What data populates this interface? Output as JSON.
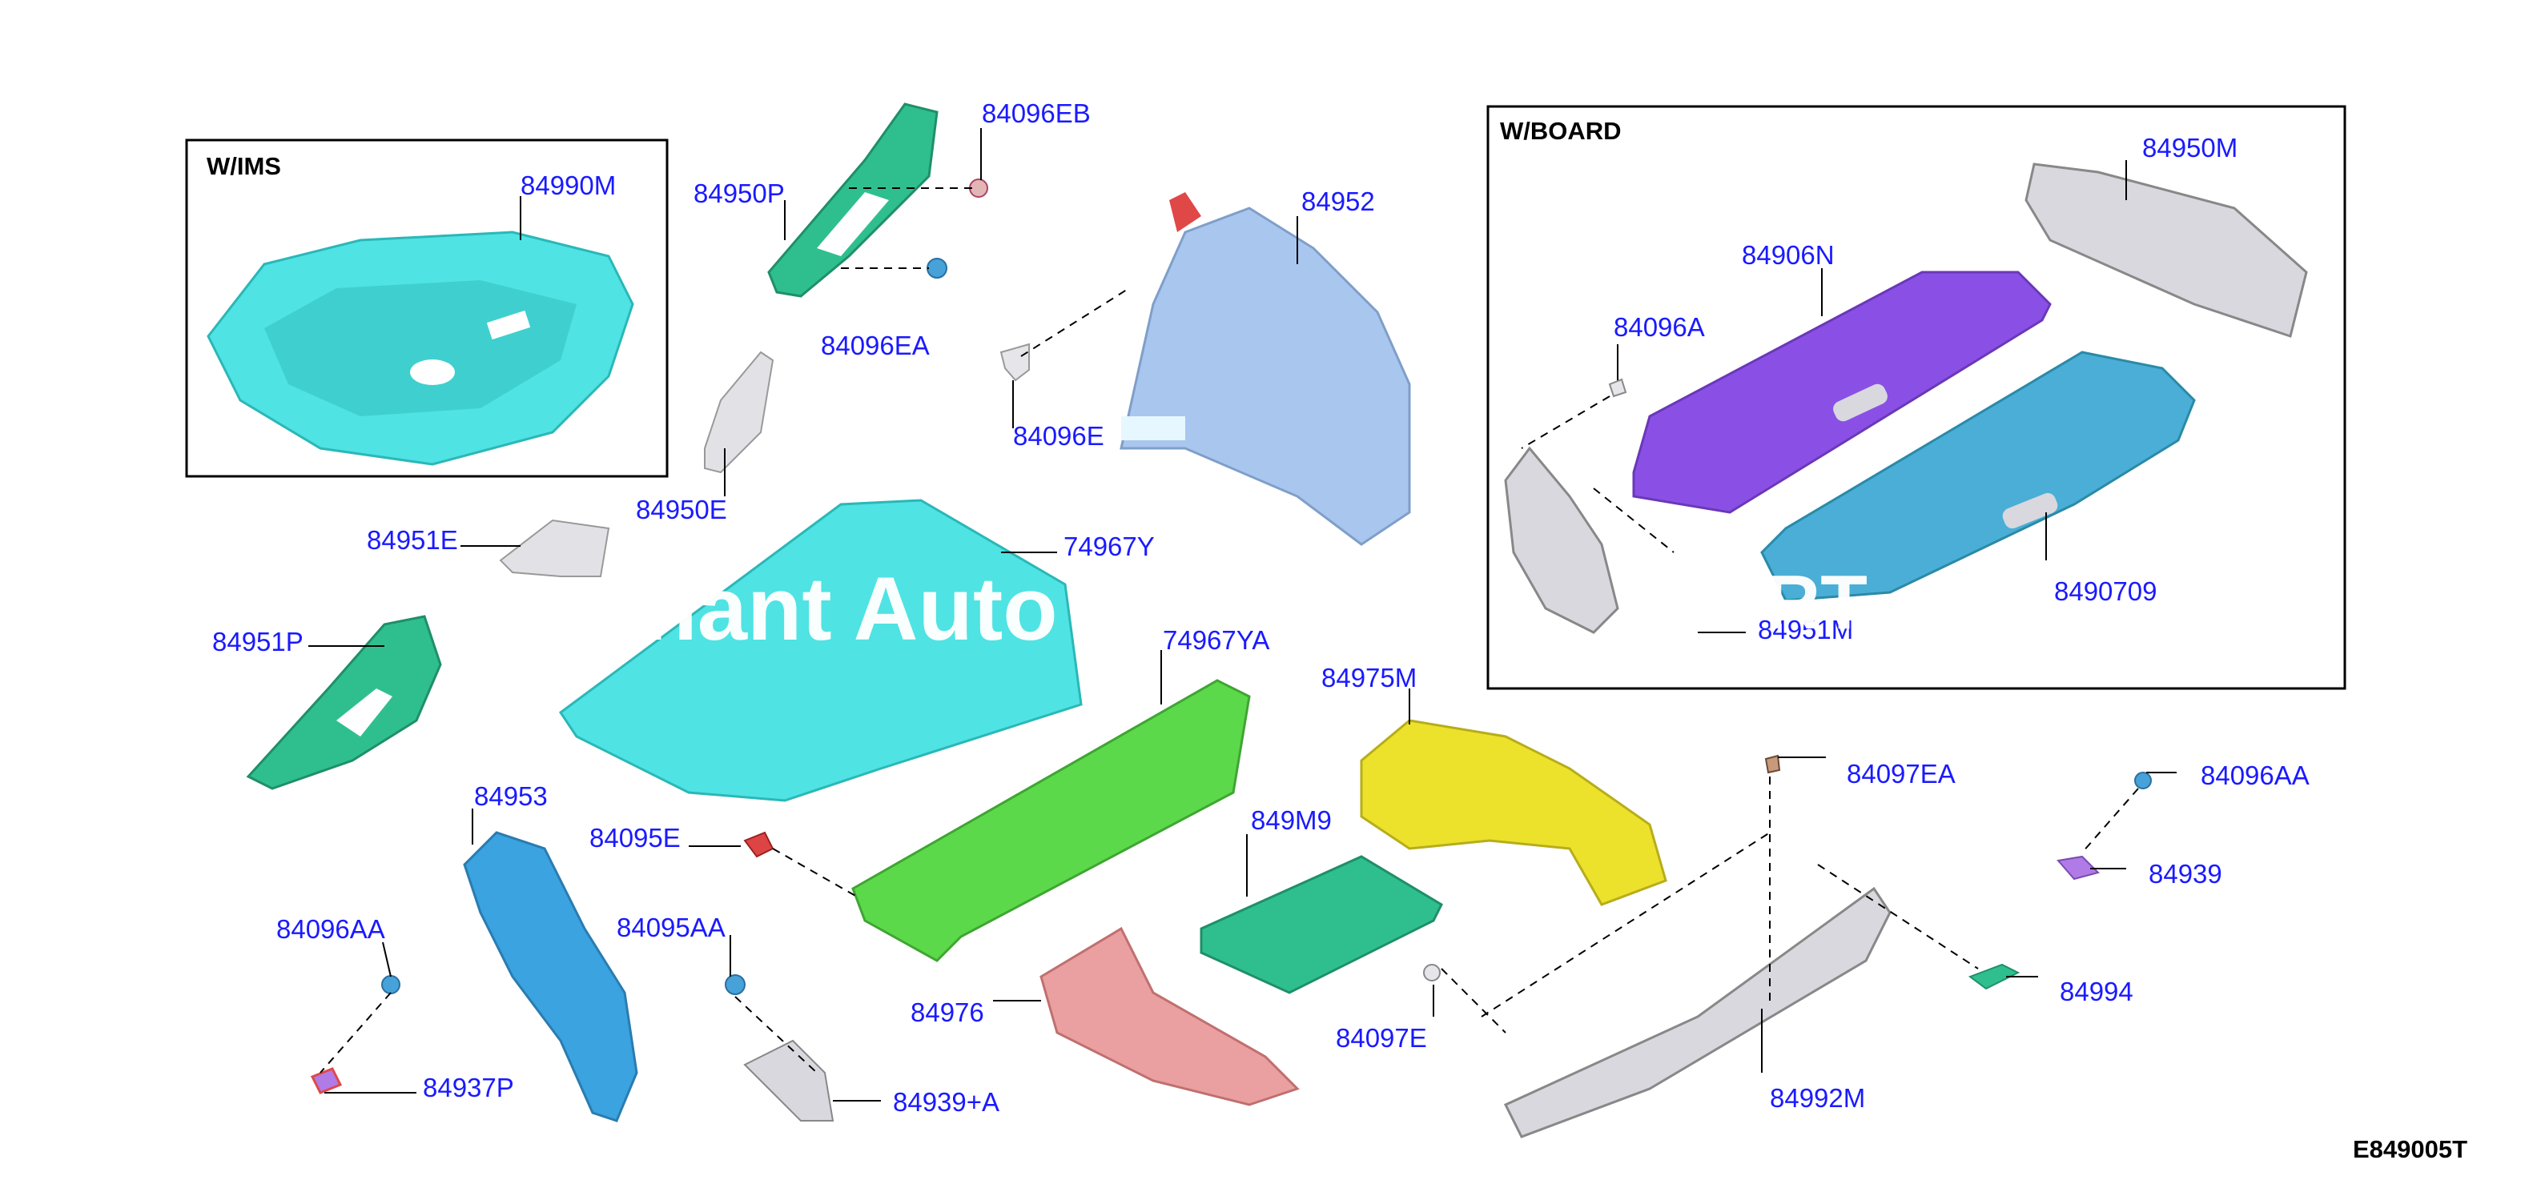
{
  "diagram_code": "E849005T",
  "boxes": {
    "ims": {
      "title": "W/IMS"
    },
    "board": {
      "title": "W/BOARD"
    }
  },
  "watermark": "chant Auto",
  "watermark_tail": "oo  RT",
  "parts": {
    "p84990M": "84990M",
    "p84950P": "84950P",
    "p84096EB": "84096EB",
    "p84096EA": "84096EA",
    "p84952": "84952",
    "p84096E": "84096E",
    "p84950E": "84950E",
    "p84951E": "84951E",
    "p74967Y": "74967Y",
    "p84951P": "84951P",
    "p74967YA": "74967YA",
    "p84953": "84953",
    "p84095E": "84095E",
    "p84095AA": "84095AA",
    "p84096AA_left": "84096AA",
    "p84937P": "84937P",
    "p84939A": "84939+A",
    "p84976": "84976",
    "p849M9": "849M9",
    "p84097E": "84097E",
    "p84975M": "84975M",
    "p84097EA": "84097EA",
    "p84992M": "84992M",
    "p84096AA_right": "84096AA",
    "p84939": "84939",
    "p84994": "84994",
    "p84950M": "84950M",
    "p84906N": "84906N",
    "p84096A": "84096A",
    "p8490709": "8490709",
    "p84951M": "84951M"
  },
  "colors": {
    "cyan": "#4fe3e3",
    "teal_green": "#2fbf8f",
    "light_blue": "#a9c6ee",
    "green": "#5cd94a",
    "blue": "#3aa3e0",
    "yellow": "#ece22c",
    "pink": "#eaa0a0",
    "purple": "#8a50e6",
    "steel_blue": "#4aaed6",
    "grey": "#d8d8de",
    "red": "#e04848",
    "label_blue": "#1a1aff"
  }
}
